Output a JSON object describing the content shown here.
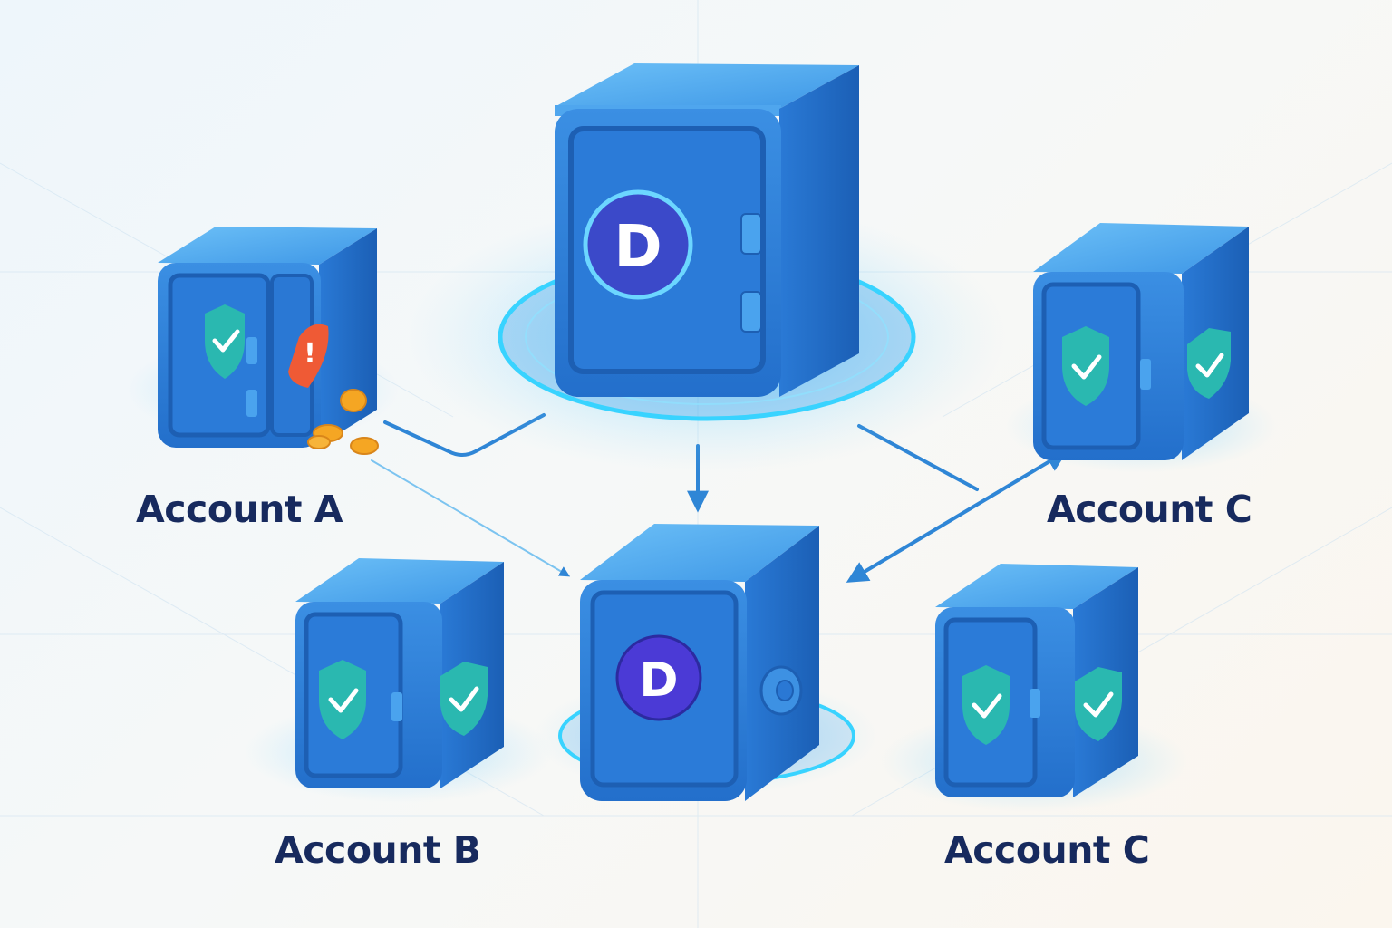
{
  "accounts": {
    "a": {
      "label": "Account A",
      "status": "warning",
      "alert_glyph": "!"
    },
    "b": {
      "label": "Account B",
      "status": "secure"
    },
    "c_top": {
      "label": "Account C",
      "status": "secure"
    },
    "c_bottom": {
      "label": "Account C",
      "status": "secure"
    }
  },
  "hub": {
    "logo_letter": "D",
    "logo_icon": "d-logo-icon"
  },
  "target": {
    "logo_letter": "D",
    "logo_icon": "d-logo-icon"
  },
  "icons": {
    "secure": "shield-check-icon",
    "alert": "warning-badge-icon",
    "coins": "coin-stack-icon"
  },
  "colors": {
    "vault_blue": "#2f7fd8",
    "vault_light": "#5aaef0",
    "vault_dark": "#1d5fb3",
    "glow": "#35c6ff",
    "shield_teal": "#2ab8b0",
    "alert_orange": "#ef5a35",
    "coin_gold": "#f5a623",
    "label_navy": "#172a5e",
    "connector": "#2f86d6",
    "logo_purple": "#4b3ad6"
  }
}
